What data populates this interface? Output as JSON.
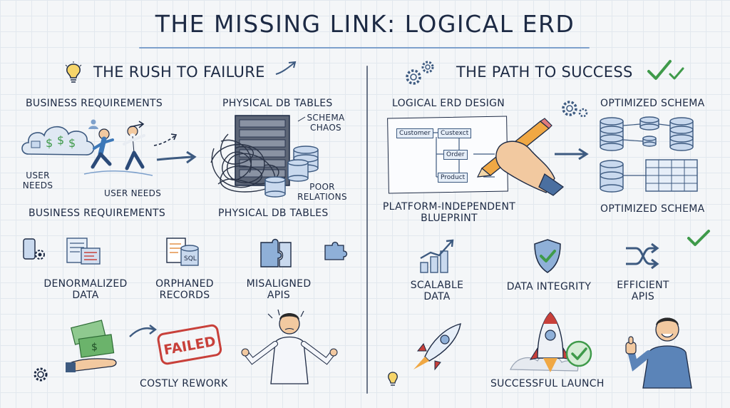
{
  "title": "THE MISSING LINK: LOGICAL ERD",
  "left": {
    "heading": "THE RUSH TO FAILURE",
    "business_requirements_top": "BUSINESS REQUIREMENTS",
    "physical_db_tables_top": "PHYSICAL DB TABLES",
    "schema_chaos": [
      "SCHEMA",
      "CHAOS"
    ],
    "user_needs_left": [
      "USER",
      "NEEDS"
    ],
    "user_needs_mid": "USER NEEDS",
    "poor_relations": [
      "POOR",
      "RELATIONS"
    ],
    "business_requirements_bottom": "BUSINESS REQUIREMENTS",
    "physical_db_tables_bottom": "PHYSICAL DB TABLES",
    "denormalized": [
      "DENORMALIZED",
      "DATA"
    ],
    "orphaned": [
      "ORPHANED",
      "RECORDS"
    ],
    "misaligned": [
      "MISALIGNED",
      "APIS"
    ],
    "sql_label": "SQL",
    "failed_stamp": "FAILED",
    "costly_rework": "COSTLY REWORK"
  },
  "right": {
    "heading": "THE PATH TO SUCCESS",
    "logical_erd_design": "LOGICAL ERD DESIGN",
    "optimized_schema_top": "OPTIMIZED SCHEMA",
    "erd_entities": {
      "customer": "Customer",
      "contract": "Custexct",
      "order": "Order",
      "product": "Product"
    },
    "blueprint": [
      "PLATFORM-INDEPENDENT",
      "BLUEPRINT"
    ],
    "optimized_schema_bottom": "OPTIMIZED SCHEMA",
    "scalable": [
      "SCALABLE",
      "DATA"
    ],
    "integrity": "DATA INTEGRITY",
    "efficient": [
      "EFFICIENT",
      "APIS"
    ],
    "successful_launch": "SUCCESSFUL LAUNCH"
  },
  "colors": {
    "ink": "#1d2a44",
    "blue_fill": "#c9d9ee",
    "stroke": "#3d5a80",
    "accent_green": "#3f9a4a",
    "failed_red": "#c8403a",
    "money_green": "#6bb36b",
    "skin": "#f2c9a0"
  }
}
